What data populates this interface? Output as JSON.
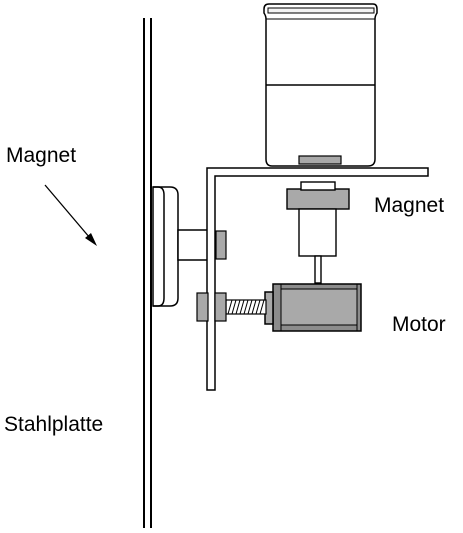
{
  "labels": {
    "magnet_left": "Magnet",
    "magnet_right": "Magnet",
    "motor": "Motor",
    "steel_plate": "Stahlplatte"
  },
  "colors": {
    "outline": "#000000",
    "background": "#ffffff",
    "part_gray": "#a9a9a9",
    "motor_gray": "#8c8c8c",
    "jar_top": "#f4f4f4"
  }
}
